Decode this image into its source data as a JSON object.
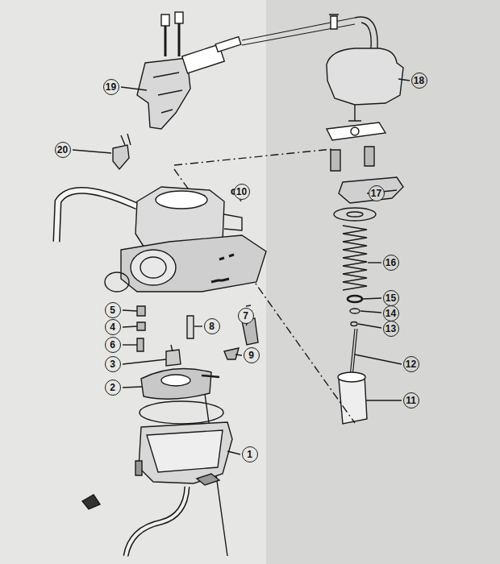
{
  "diagram": {
    "labels": [
      "19",
      "18",
      "20",
      "17",
      "10",
      "16",
      "15",
      "14",
      "5",
      "4",
      "13",
      "8",
      "6",
      "7",
      "9",
      "3",
      "12",
      "2",
      "11",
      "1"
    ]
  }
}
